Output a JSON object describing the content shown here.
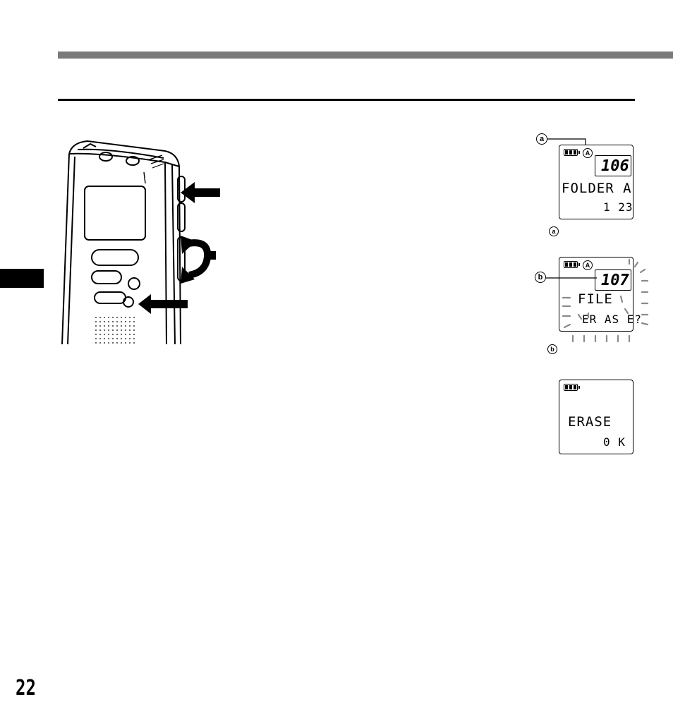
{
  "page": {
    "number": "22"
  },
  "screens": {
    "folder": {
      "callout": "a",
      "folder_badge": "A",
      "file_number": "106",
      "line1": "FOLDER A",
      "line2": "1 23",
      "caption": "a"
    },
    "erase_prompt": {
      "callout": "b",
      "folder_badge": "A",
      "file_number": "107",
      "line1": "FILE",
      "line2": "ER AS E?",
      "caption": "b"
    },
    "erase_ok": {
      "line1": "ERASE",
      "line2": "0 K"
    }
  },
  "icons": {
    "battery": "battery-icon",
    "arrow": "arrow-right-icon",
    "rotate": "rotate-arrow-icon"
  },
  "colors": {
    "header_bar": "#7a7a7a",
    "ink": "#000000"
  }
}
